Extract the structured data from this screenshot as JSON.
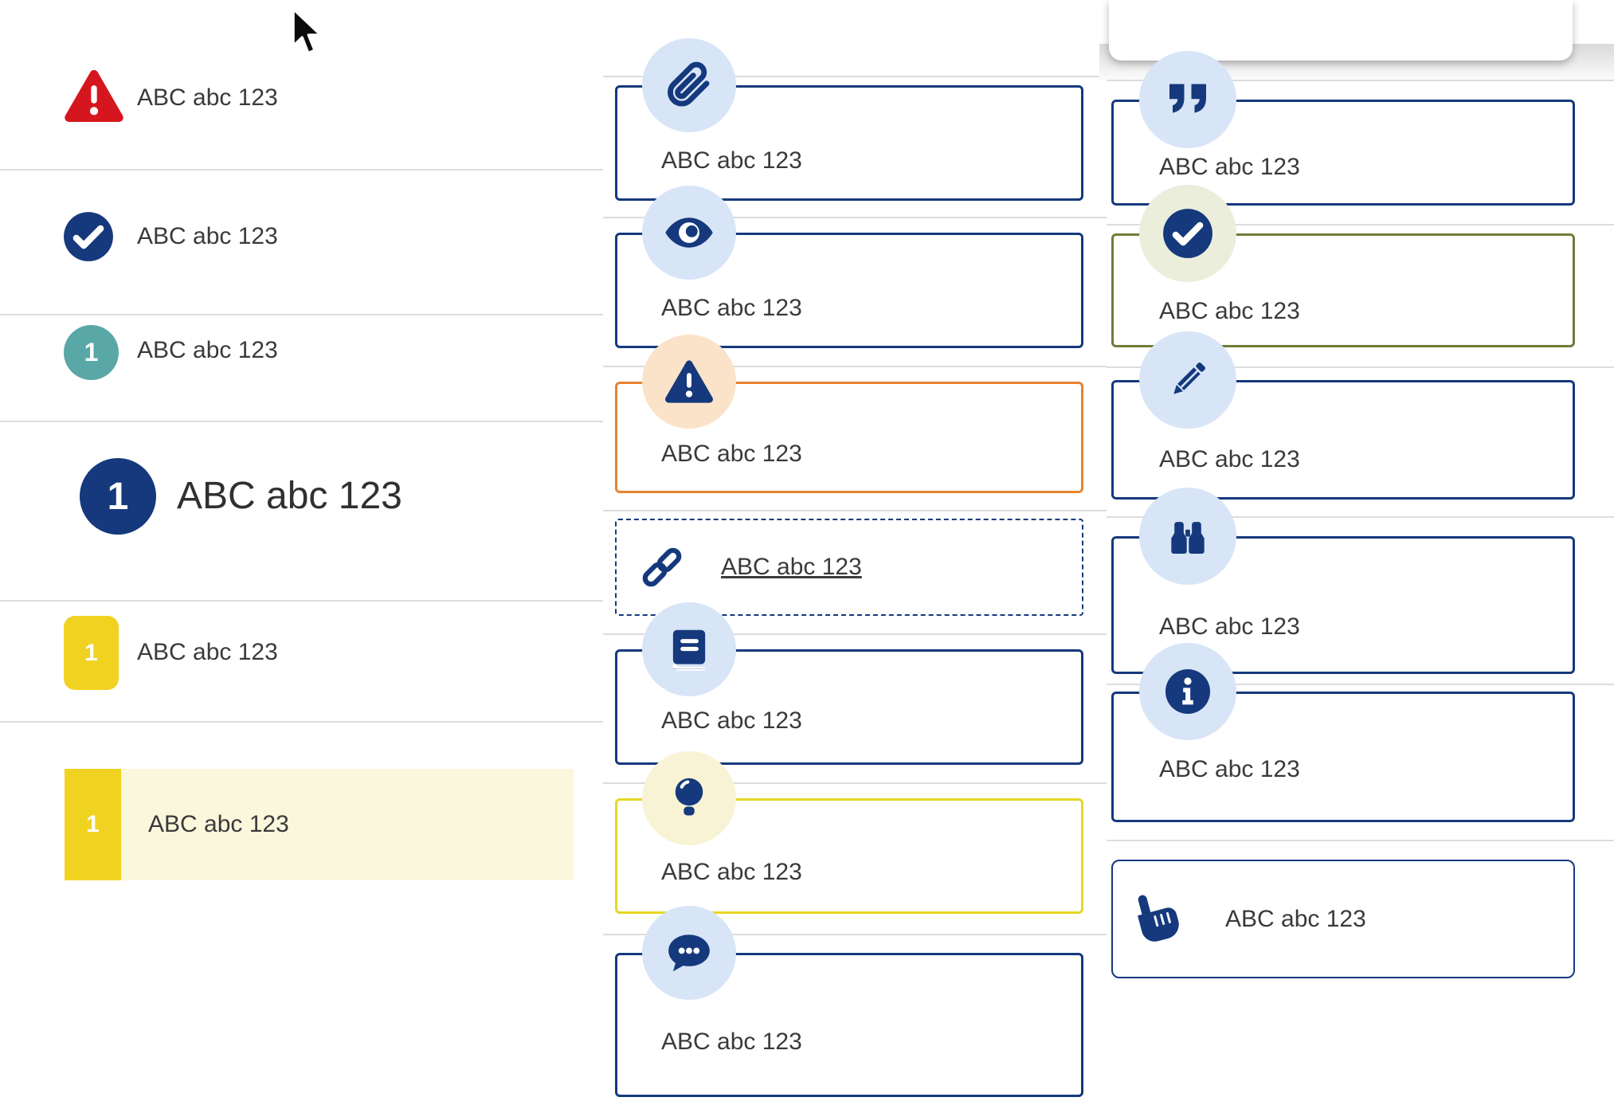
{
  "page": {
    "background": "#ffffff",
    "description": "component style guide with status list and icon cards"
  },
  "colors": {
    "navy": "#15397c",
    "red": "#d6161e",
    "teal": "#5aa7a7",
    "yellow": "#f0d321",
    "highlight_cream": "#fbf7dd",
    "orange_border": "#e8832e",
    "yellow_border": "#e5d725",
    "olive_border": "#6f7c39",
    "circle_light_blue": "#d8e5f7",
    "circle_peach": "#fbe3ca",
    "circle_pale_yellow": "#f8f3d4",
    "circle_pale_green": "#eaeedb",
    "divider_gray": "#dcdcdc",
    "text": "#3a3a3a"
  },
  "left_list": {
    "items": [
      {
        "icon": "warning-icon",
        "label": "ABC abc 123"
      },
      {
        "icon": "check-circle-icon",
        "label": "ABC abc 123"
      },
      {
        "icon": "teal-number-badge",
        "badge": "1",
        "label": "ABC abc 123"
      },
      {
        "icon": "navy-number-badge-large",
        "badge": "1",
        "label": "ABC abc 123",
        "heading": true
      },
      {
        "icon": "yellow-number-badge",
        "badge": "1",
        "label": "ABC abc 123"
      },
      {
        "icon": "yellow-number-tab",
        "badge": "1",
        "label": "ABC abc 123",
        "highlighted": true
      }
    ]
  },
  "middle_cards": [
    {
      "icon": "paperclip-icon",
      "label": "ABC abc 123",
      "variant": "navy"
    },
    {
      "icon": "eye-icon",
      "label": "ABC abc 123",
      "variant": "navy"
    },
    {
      "icon": "warning-icon",
      "label": "ABC abc 123",
      "variant": "orange"
    },
    {
      "icon": "link-icon",
      "label": "ABC abc 123",
      "variant": "dashed-link",
      "underlined": true
    },
    {
      "icon": "book-icon",
      "label": "ABC abc 123",
      "variant": "navy"
    },
    {
      "icon": "lightbulb-icon",
      "label": "ABC abc 123",
      "variant": "yellow"
    },
    {
      "icon": "chat-icon",
      "label": "ABC abc 123",
      "variant": "navy"
    }
  ],
  "right_cards": [
    {
      "icon": "quote-icon",
      "label": "ABC abc 123",
      "variant": "navy"
    },
    {
      "icon": "check-circle-icon",
      "label": "ABC abc 123",
      "variant": "olive"
    },
    {
      "icon": "pencil-icon",
      "label": "ABC abc 123",
      "variant": "navy"
    },
    {
      "icon": "binoculars-icon",
      "label": "ABC abc 123",
      "variant": "navy"
    },
    {
      "icon": "info-icon",
      "label": "ABC abc 123",
      "variant": "navy"
    },
    {
      "icon": "hand-pointer-icon",
      "label": "ABC abc 123",
      "variant": "navy-inline"
    }
  ]
}
